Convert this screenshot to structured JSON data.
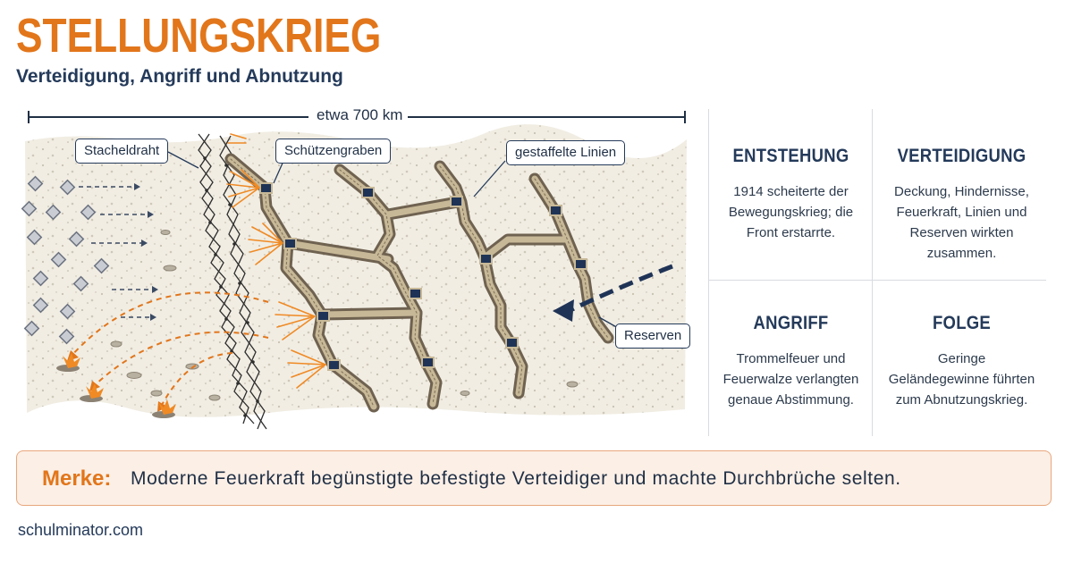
{
  "header": {
    "title": "STELLUNGSKRIEG",
    "subtitle": "Verteidigung, Angriff und Abnutzung"
  },
  "map": {
    "scale_label": "etwa 700 km",
    "callouts": {
      "barbed_wire": "Stacheldraht",
      "trench": "Schützengraben",
      "staggered_lines": "gestaffelte Linien",
      "reserves": "Reserven"
    }
  },
  "panels": [
    {
      "title": "ENTSTEHUNG",
      "text": "1914 scheiterte der Bewegungskrieg; die Front erstarrte."
    },
    {
      "title": "VERTEIDIGUNG",
      "text": "Deckung, Hindernisse, Feuerkraft, Linien und Reserven wirkten zusammen."
    },
    {
      "title": "ANGRIFF",
      "text": "Trommelfeuer und Feuerwalze verlangten genaue Abstimmung."
    },
    {
      "title": "FOLGE",
      "text": "Geringe Geländegewinne führten zum Abnutzungskrieg."
    }
  ],
  "summary": {
    "label": "Merke:",
    "text": "Moderne Feuerkraft begünstigte befestigte Verteidiger und machte Durchbrüche selten."
  },
  "footer": {
    "site": "schulminator.com"
  },
  "colors": {
    "accent": "#e2761b",
    "navy": "#243a5a",
    "ground": "#f1ede3",
    "trench": "#8a7a62"
  }
}
